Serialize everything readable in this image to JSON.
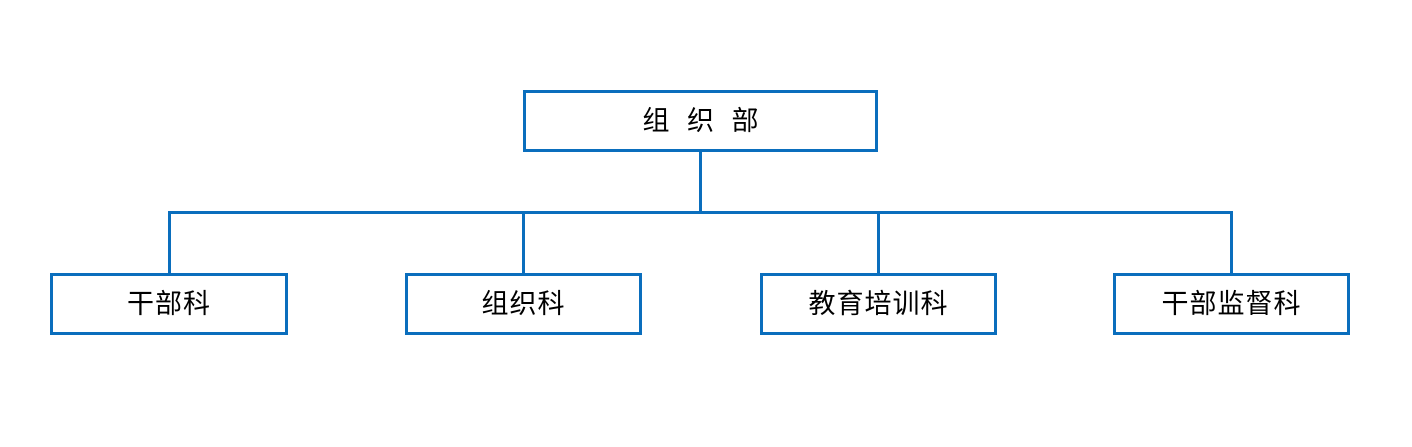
{
  "diagram": {
    "type": "org-chart",
    "title": "",
    "root": {
      "label": "组 织 部"
    },
    "children": [
      {
        "label": "干部科"
      },
      {
        "label": "组织科"
      },
      {
        "label": "教育培训科"
      },
      {
        "label": "干部监督科"
      }
    ]
  },
  "colors": {
    "line": "#0a6ebd",
    "text": "#000000",
    "background": "#ffffff",
    "box_fill": "#ffffff"
  }
}
